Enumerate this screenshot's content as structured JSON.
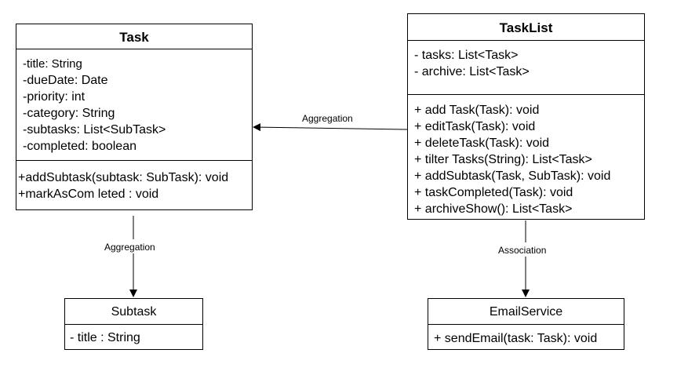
{
  "classes": {
    "task": {
      "name": "Task",
      "attributes": [
        {
          "text": "-title: String"
        },
        {
          "text": "-dueDate: Date"
        },
        {
          "text": "-priority: int"
        },
        {
          "text": "-category: String"
        },
        {
          "text": "-subtasks: List<SubTask>"
        },
        {
          "text": "-completed: boolean"
        }
      ],
      "operations": [
        {
          "text": "+addSubtask(subtask: SubTask): void"
        },
        {
          "text": "+markAsCom leted : void"
        }
      ]
    },
    "tasklist": {
      "name": "TaskList",
      "attributes": [
        {
          "text": "- tasks: List<Task>"
        },
        {
          "text": "- archive: List<Task>"
        }
      ],
      "operations": [
        {
          "text": "+ add Task(Task): void"
        },
        {
          "text": "+ editTask(Task): void"
        },
        {
          "text": "+ deleteTask(Task): void"
        },
        {
          "text": "+ tilter Tasks(String): List<Task>"
        },
        {
          "text": "+ addSubtask(Task, SubTask): void"
        },
        {
          "text": "+ taskCompleted(Task): void"
        },
        {
          "text": "+ archiveShow(): List<Task>"
        }
      ]
    },
    "subtask": {
      "name": "Subtask",
      "attributes": [
        {
          "text": "- title : String"
        }
      ]
    },
    "emailservice": {
      "name": "EmailService",
      "operations": [
        {
          "text": "+ sendEmail(task: Task): void"
        }
      ]
    }
  },
  "connectors": {
    "tasklist_task": {
      "label": "Aggregation"
    },
    "task_subtask": {
      "label": "Aggregation"
    },
    "tasklist_emailservice": {
      "label": "Association"
    }
  }
}
